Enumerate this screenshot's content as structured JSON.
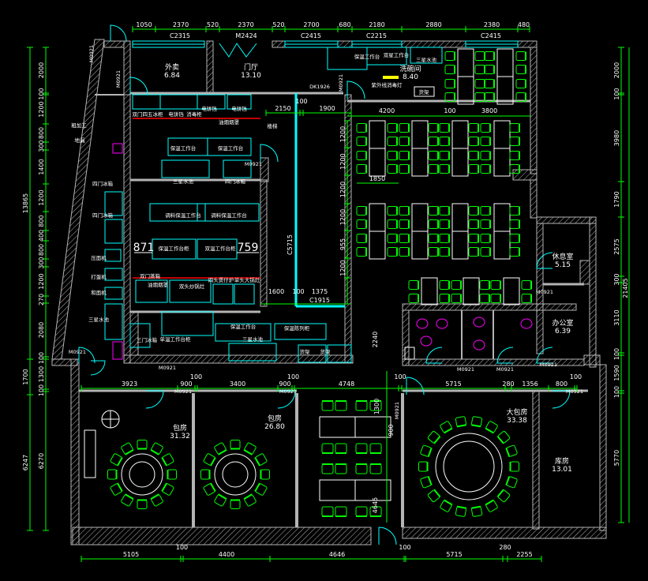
{
  "colors": {
    "background": "#000000",
    "wall": "#b4b4b4",
    "dimension": "#00ff00",
    "fixture": "#00ffff",
    "furniture": "#00ff00",
    "table": "#ffffff",
    "sanitary": "#ff00ff",
    "hood": "#ff0000",
    "lamp": "#ffff00"
  },
  "dims": {
    "top": [
      "1050",
      "2370",
      "520",
      "2370",
      "520",
      "2700",
      "680",
      "2180",
      "2880",
      "2380",
      "480"
    ],
    "top_windows": [
      "C2315",
      "M2424",
      "C2415",
      "C2215",
      "C2415"
    ],
    "middle": [
      "3923",
      "900",
      "100",
      "3400",
      "900",
      "100",
      "4748",
      "100",
      "5715",
      "280",
      "1356",
      "800",
      "100"
    ],
    "bottom": [
      "5105",
      "100",
      "4400",
      "4646",
      "100",
      "5715",
      "280",
      "2255"
    ],
    "left_inner": [
      "2000",
      "100",
      "1200",
      "800",
      "300",
      "1400",
      "1200",
      "800",
      "400",
      "800",
      "300",
      "1200",
      "270",
      "2080",
      "100",
      "1300",
      "100",
      "6270"
    ],
    "left_outer": [
      "13865",
      "1700",
      "6247"
    ],
    "right_inner": [
      "2000",
      "100",
      "3980",
      "1790",
      "2575",
      "300",
      "3110",
      "100",
      "1590",
      "100",
      "5770"
    ],
    "right_outer": "21405",
    "dining": [
      "2150",
      "100",
      "1900",
      "4200",
      "100",
      "3800",
      "1850"
    ],
    "dining_vertical": [
      "1200",
      "1200",
      "1200",
      "1200",
      "955",
      "1200"
    ],
    "kitchen": [
      "1600",
      "100",
      "1375",
      "C5715",
      "C1915",
      "2240",
      "1300",
      "900",
      "4645"
    ],
    "kitchen_big": [
      "871",
      "759"
    ]
  },
  "rooms": [
    {
      "name": "外卖",
      "area": "6.84"
    },
    {
      "name": "门厅",
      "area": "13.10"
    },
    {
      "name": "洗碗间",
      "area": "8.40"
    },
    {
      "name": "休息室",
      "area": "5.15"
    },
    {
      "name": "办公室",
      "area": "6.39"
    },
    {
      "name": "包房",
      "area": "31.32"
    },
    {
      "name": "包房",
      "area": "26.80"
    },
    {
      "name": "大包房",
      "area": "33.38"
    },
    {
      "name": "库房",
      "area": "13.01"
    }
  ],
  "doors": [
    "M0921",
    "M0921",
    "DK1926",
    "M0921",
    "M0921",
    "M0921",
    "M0921",
    "M0921",
    "M0921",
    "M0921",
    "M0921",
    "M0921",
    "M0921",
    "M0921",
    "M0921"
  ],
  "equipment": [
    "双门四五冰柜",
    "电饼铛",
    "消毒柜",
    "电饼铛",
    "电饼铛",
    "油烟烟罩",
    "保温工作台",
    "保温工作台",
    "三星水池",
    "四门冰箱",
    "调料保温工作台",
    "调料保温工作台",
    "保温工作台柜",
    "双温工作台柜",
    "油烟烟罩",
    "双门蒸箱",
    "双头炒锅灶",
    "四头煲仔炉",
    "单头大锅灶",
    "保温工作台",
    "保温陈列柜",
    "单温工作台柜",
    "三门冰箱",
    "三星水池",
    "货架",
    "货架",
    "粗加工",
    "地漏",
    "四门冰箱",
    "四门冰箱",
    "压面机",
    "打蛋机",
    "和面机",
    "三星水池",
    "保温工作台",
    "双星工作台",
    "三星水池",
    "紫外线消毒灯",
    "货架",
    "楼梯"
  ]
}
